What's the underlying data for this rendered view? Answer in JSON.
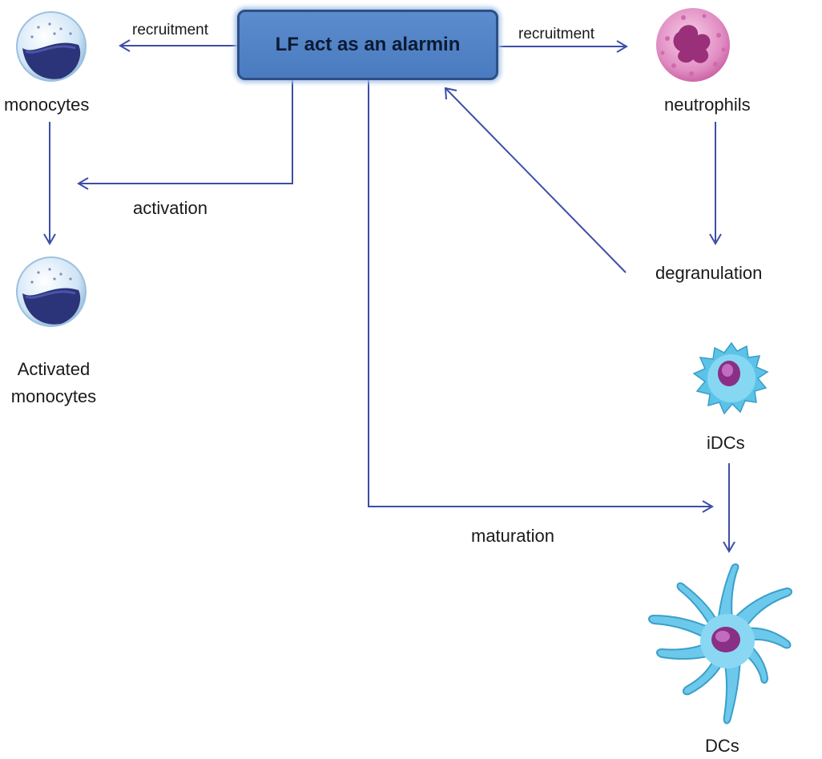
{
  "hub": {
    "label": "LF act as an alarmin"
  },
  "labels": {
    "recruitment_left": "recruitment",
    "recruitment_right": "recruitment",
    "monocytes": "monocytes",
    "activation": "activation",
    "activated_monocytes_line1": "Activated",
    "activated_monocytes_line2": "monocytes",
    "neutrophils": "neutrophils",
    "degranulation": "degranulation",
    "idcs": "iDCs",
    "maturation": "maturation",
    "dcs": "DCs"
  },
  "colors": {
    "arrow": "#3d4ea6",
    "hub_fill": "#4a7bc0",
    "hub_border": "#2c4f86"
  }
}
